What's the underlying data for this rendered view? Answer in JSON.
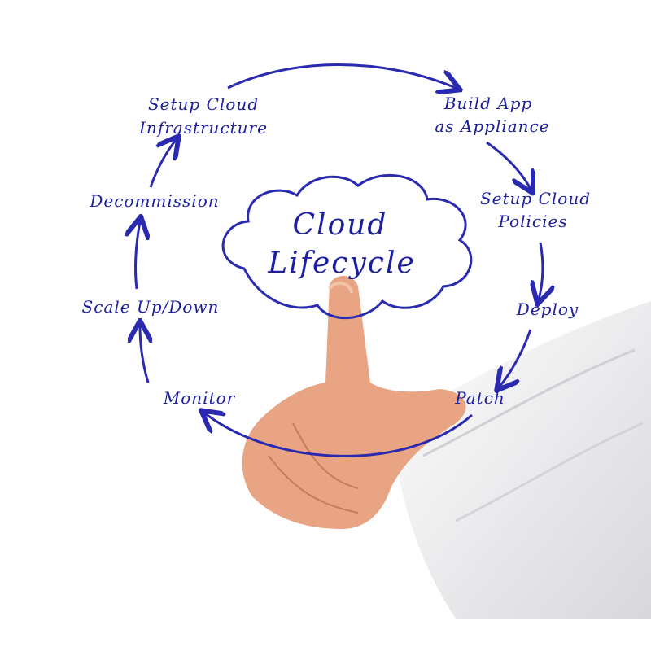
{
  "title": {
    "line1": "Cloud",
    "line2": "Lifecycle"
  },
  "steps": [
    {
      "line1": "Setup Cloud",
      "line2": "Infrastructure"
    },
    {
      "line1": "Build App",
      "line2": "as Appliance"
    },
    {
      "line1": "Setup Cloud",
      "line2": "Policies"
    },
    {
      "line1": "Deploy"
    },
    {
      "line1": "Patch"
    },
    {
      "line1": "Monitor"
    },
    {
      "line1": "Scale Up/Down"
    },
    {
      "line1": "Decommission"
    }
  ],
  "colors": {
    "ink": "#1c1f9e",
    "skin": "#e9a483",
    "sleeve": "#f4f4f4"
  }
}
